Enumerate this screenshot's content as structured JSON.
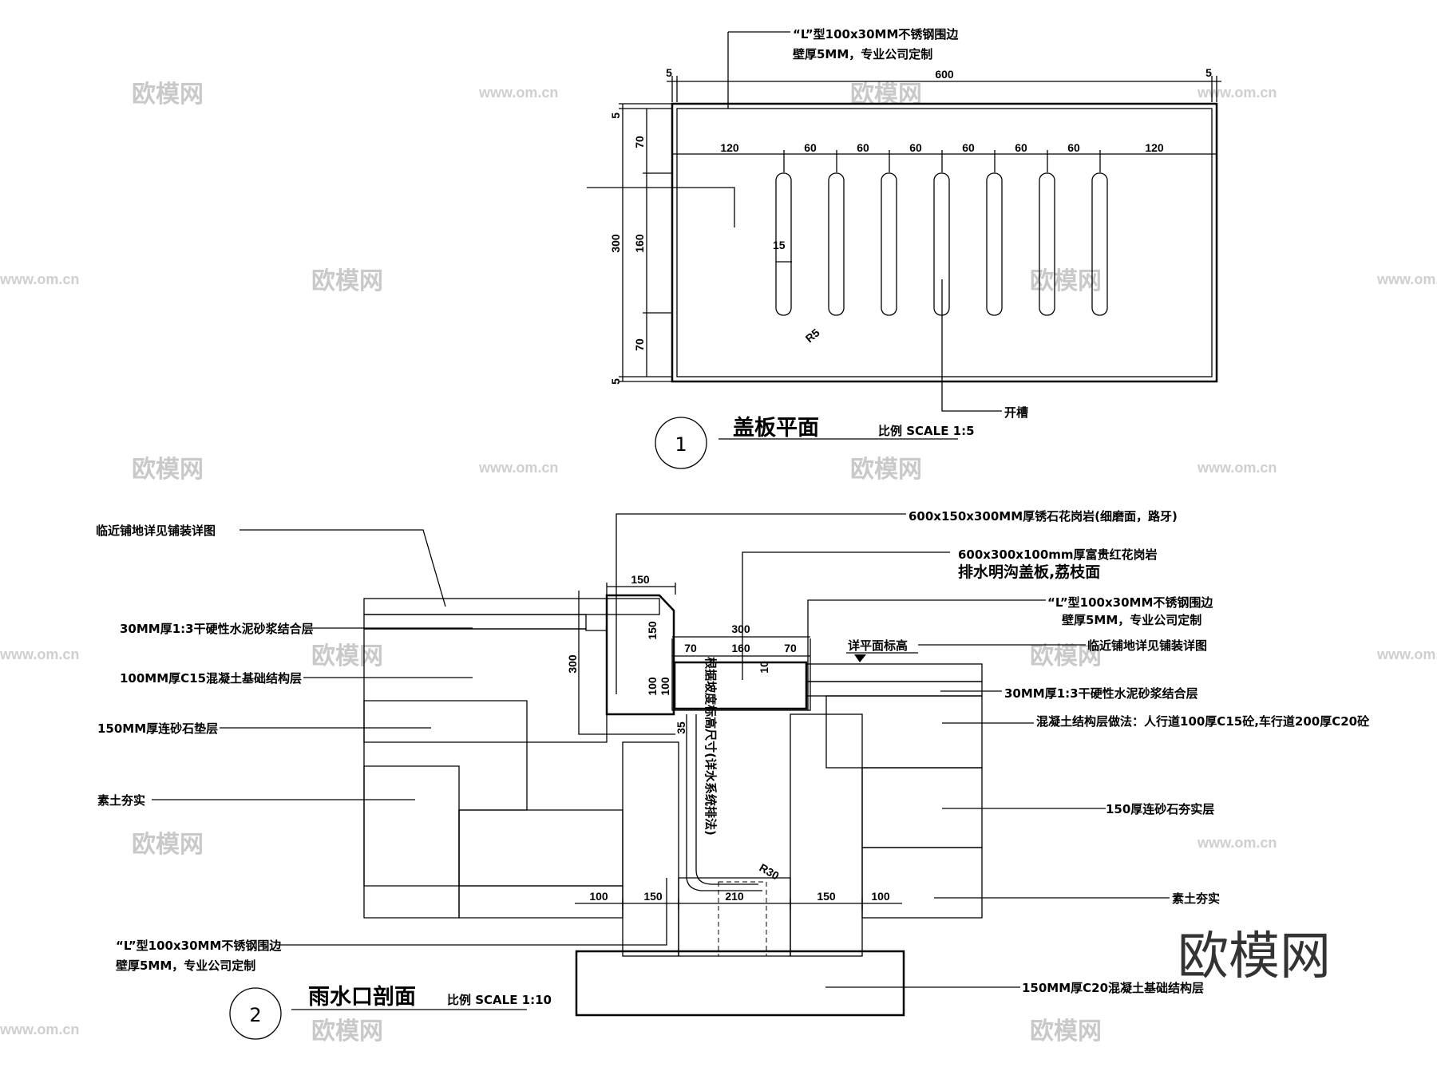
{
  "watermarks": {
    "brand": "欧模网",
    "url": "www.om.cn",
    "corner_logo": "欧模网"
  },
  "plan": {
    "title": "盖板平面",
    "number": "1",
    "scale": "比例 SCALE 1:5",
    "note_lines": [
      "“L”型100x30MM不锈钢围边",
      "壁厚5MM，专业公司定制"
    ],
    "slot_label": "开槽",
    "radius_label": "R5",
    "slot_width_label": "15",
    "dims_top": [
      "5",
      "600",
      "5"
    ],
    "dims_spacing": [
      "120",
      "60",
      "60",
      "60",
      "60",
      "60",
      "60",
      "120"
    ],
    "dims_left_outer": [
      "5",
      "300",
      "5"
    ],
    "dims_left_inner": [
      "70",
      "160",
      "70"
    ]
  },
  "section": {
    "title": "雨水口剖面",
    "number": "2",
    "scale": "比例 SCALE 1:10",
    "left_labels": [
      "临近铺地详见铺装详图",
      "30MM厚1:3干硬性水泥砂浆结合层",
      "100MM厚C15混凝土基础结构层",
      "150MM厚连砂石垫层",
      "素土夯实"
    ],
    "left_bottom_note": [
      "“L”型100x30MM不锈钢围边",
      "壁厚5MM，专业公司定制"
    ],
    "top_labels": [
      "600x150x300MM厚锈石花岗岩(细磨面，路牙)",
      "600x300x100mm厚富贵红花岗岩",
      "排水明沟盖板,荔枝面"
    ],
    "right_note": [
      "“L”型100x30MM不锈钢围边",
      "壁厚5MM，专业公司定制"
    ],
    "right_labels": [
      "临近铺地详见铺装详图",
      "30MM厚1:3干硬性水泥砂浆结合层",
      "混凝土结构层做法：人行道100厚C15砼,车行道200厚C20砼",
      "150厚连砂石夯实层",
      "素土夯实",
      "150MM厚C20混凝土基础结构层"
    ],
    "elevation_label": "详平面标高",
    "vertical_note": "根据坡度标高尺寸(详水系统排法)",
    "radius_label": "R30",
    "dims_curb": [
      "150",
      "150",
      "300",
      "100",
      "35"
    ],
    "dims_cover": [
      "300",
      "70",
      "160",
      "70",
      "100",
      "10"
    ],
    "dims_bottom": [
      "100",
      "150",
      "210",
      "150",
      "100"
    ]
  }
}
